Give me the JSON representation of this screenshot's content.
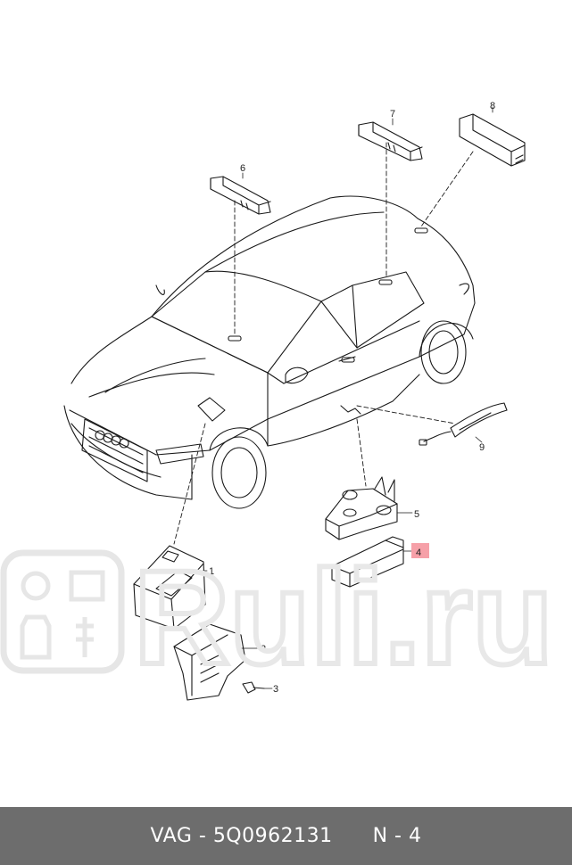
{
  "callouts": [
    {
      "id": "1",
      "label": "1"
    },
    {
      "id": "2",
      "label": "2"
    },
    {
      "id": "3",
      "label": "3"
    },
    {
      "id": "4",
      "label": "4"
    },
    {
      "id": "5",
      "label": "5"
    },
    {
      "id": "6",
      "label": "6"
    },
    {
      "id": "7",
      "label": "7"
    },
    {
      "id": "8",
      "label": "8"
    },
    {
      "id": "9",
      "label": "9"
    }
  ],
  "highlight_color": "#f6a0a8",
  "watermark": {
    "text": "Ruli.ru"
  },
  "footer": {
    "brand": "VAG",
    "sep": " - ",
    "part_number": "5Q0962131",
    "position": "N - 4"
  }
}
